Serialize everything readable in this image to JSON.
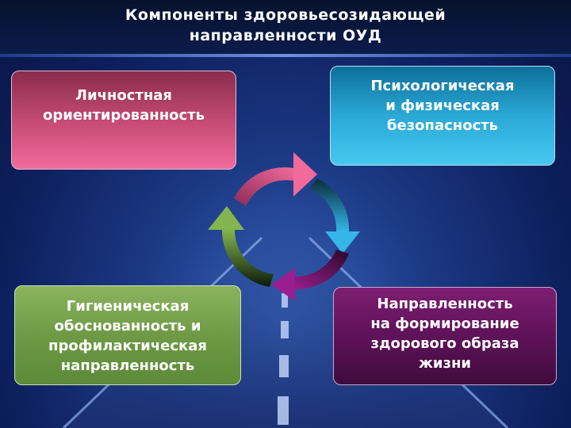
{
  "title": {
    "line1": "Компоненты  здоровьесозидающей",
    "line2": "направленности ОУД"
  },
  "boxes": {
    "personal": {
      "lines": [
        "Личностная",
        "ориентированность"
      ],
      "color": "#e85a8c"
    },
    "safety": {
      "lines": [
        "Психологическая",
        "и физическая",
        "безопасность"
      ],
      "color": "#36b8e6"
    },
    "hygiene": {
      "lines": [
        "Гигиеническая",
        "обоснованность и",
        "профилактическая",
        "направленность"
      ],
      "color": "#73a048"
    },
    "lifestyle": {
      "lines": [
        "Направленность",
        "на формирование",
        "здорового образа",
        "жизни"
      ],
      "color": "#6a1660"
    }
  },
  "cycle_colors": {
    "pink": "#e8608f",
    "blue": "#2fa8d8",
    "purple": "#8a1a7e",
    "green": "#7aab4a"
  }
}
